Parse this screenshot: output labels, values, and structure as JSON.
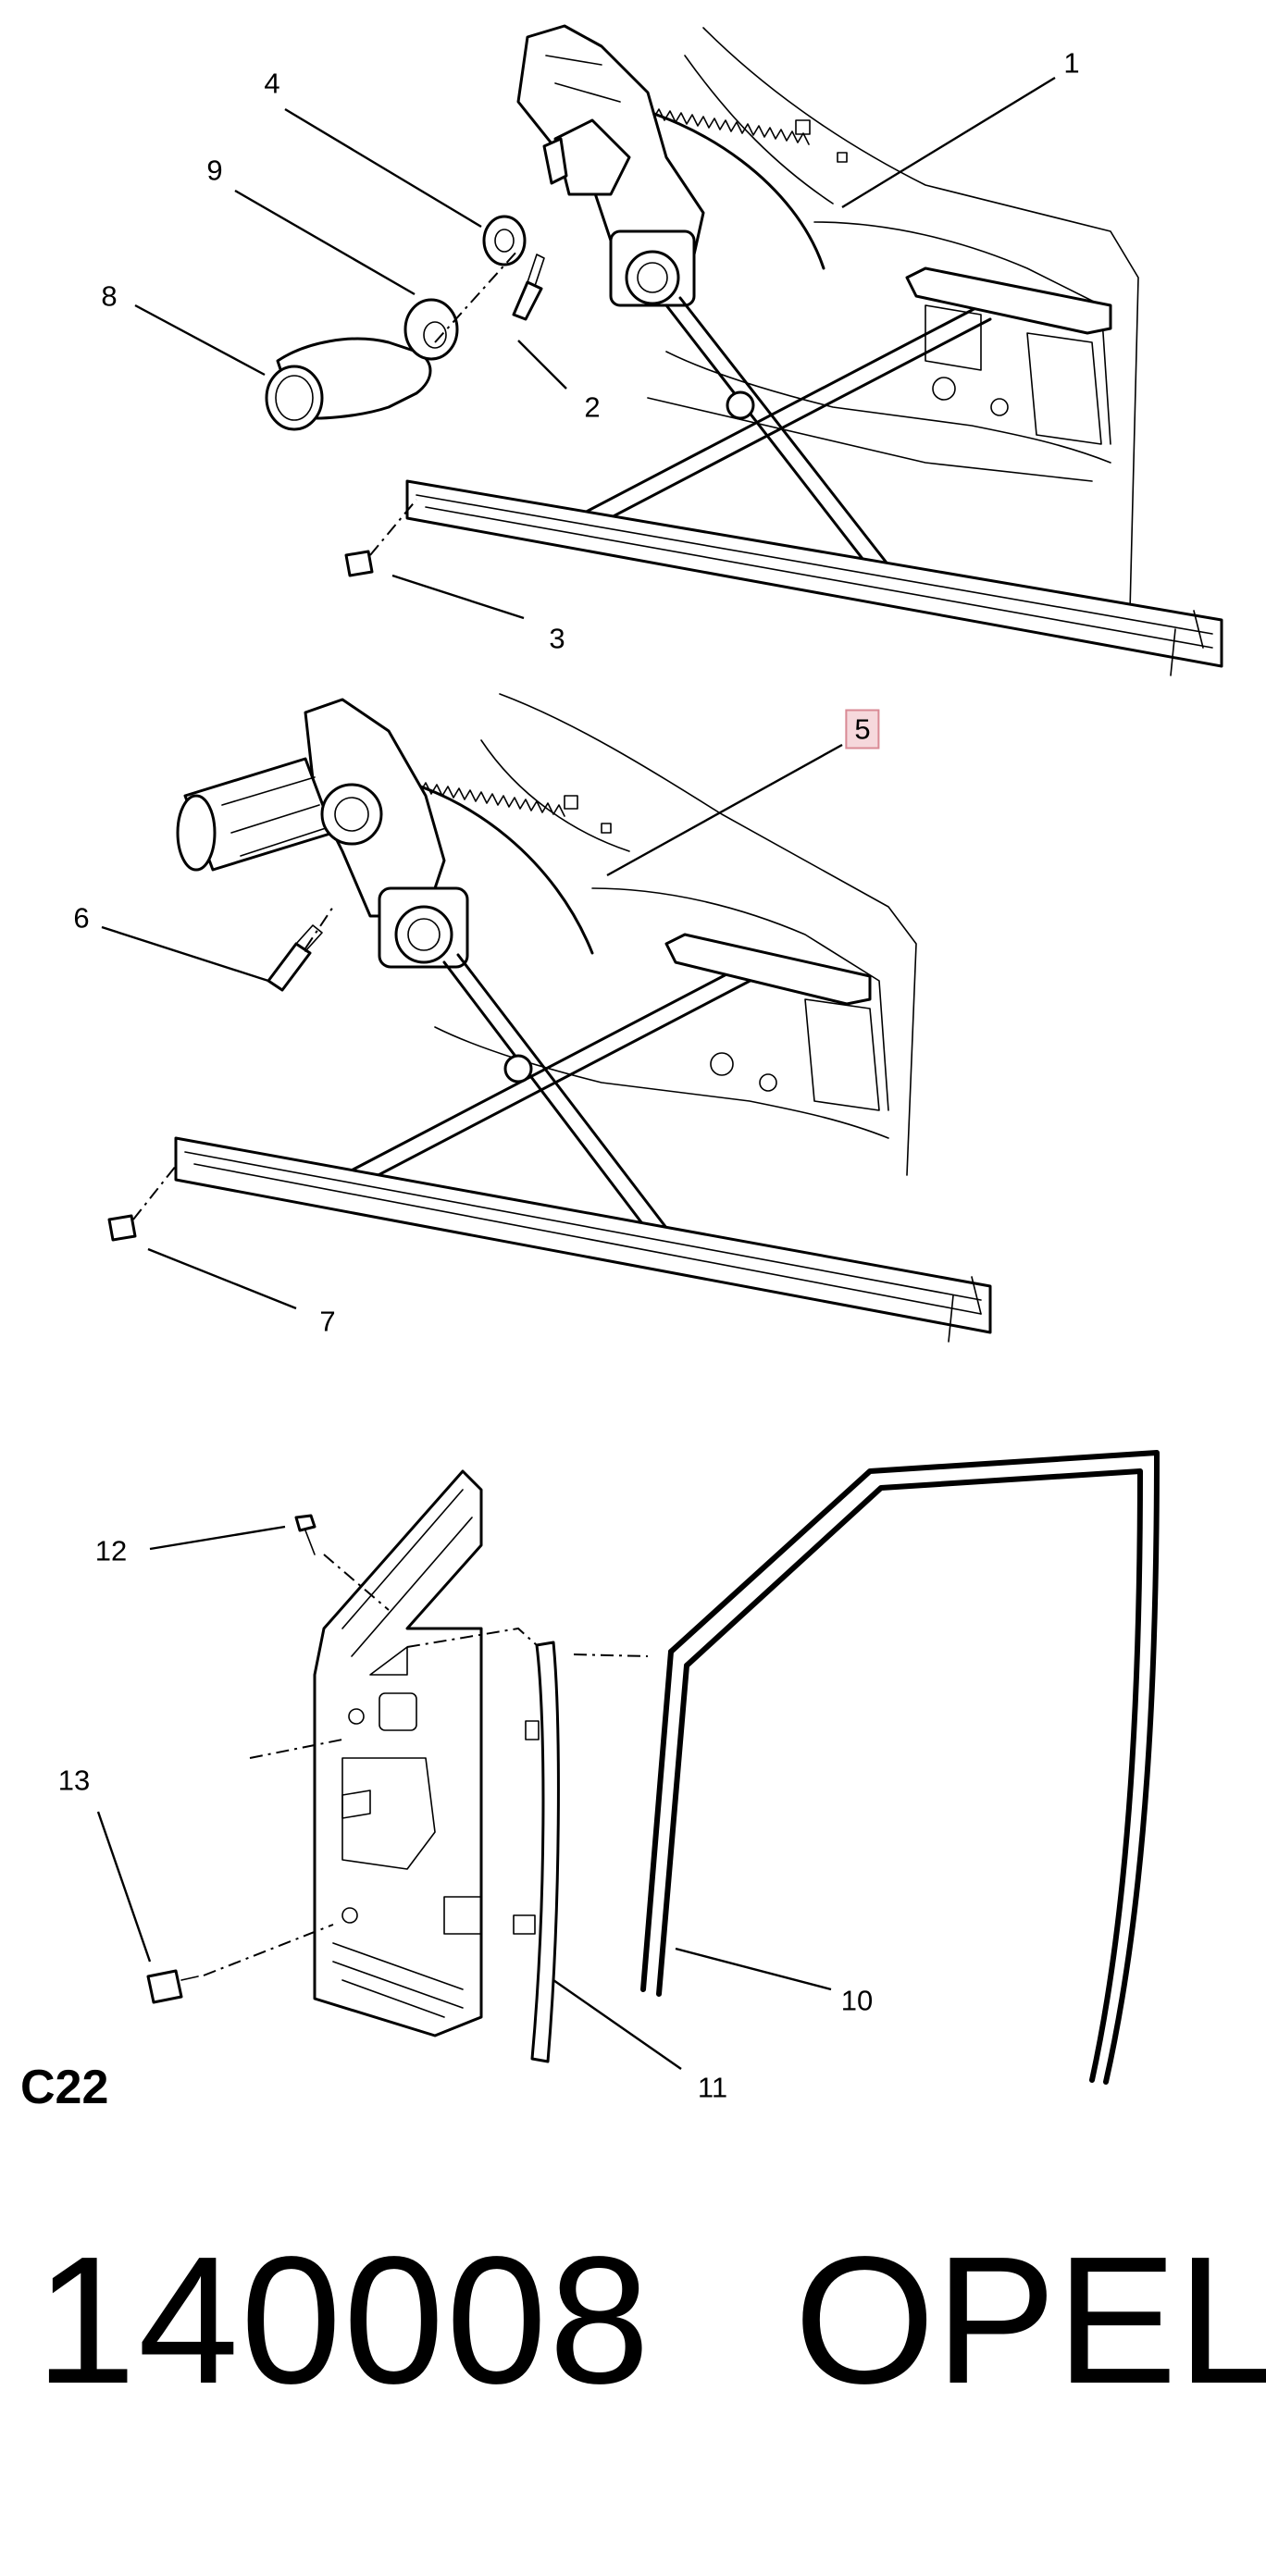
{
  "diagram": {
    "upper_view_callouts": [
      "1",
      "2",
      "3",
      "4",
      "8",
      "9"
    ],
    "middle_view_callouts": [
      "5",
      "6",
      "7"
    ],
    "lower_view_callouts": [
      "10",
      "11",
      "12",
      "13"
    ],
    "highlighted_callout": "5"
  },
  "section_code": "C22",
  "footer": {
    "catalog_number": "140008",
    "brand": "OPEL"
  }
}
